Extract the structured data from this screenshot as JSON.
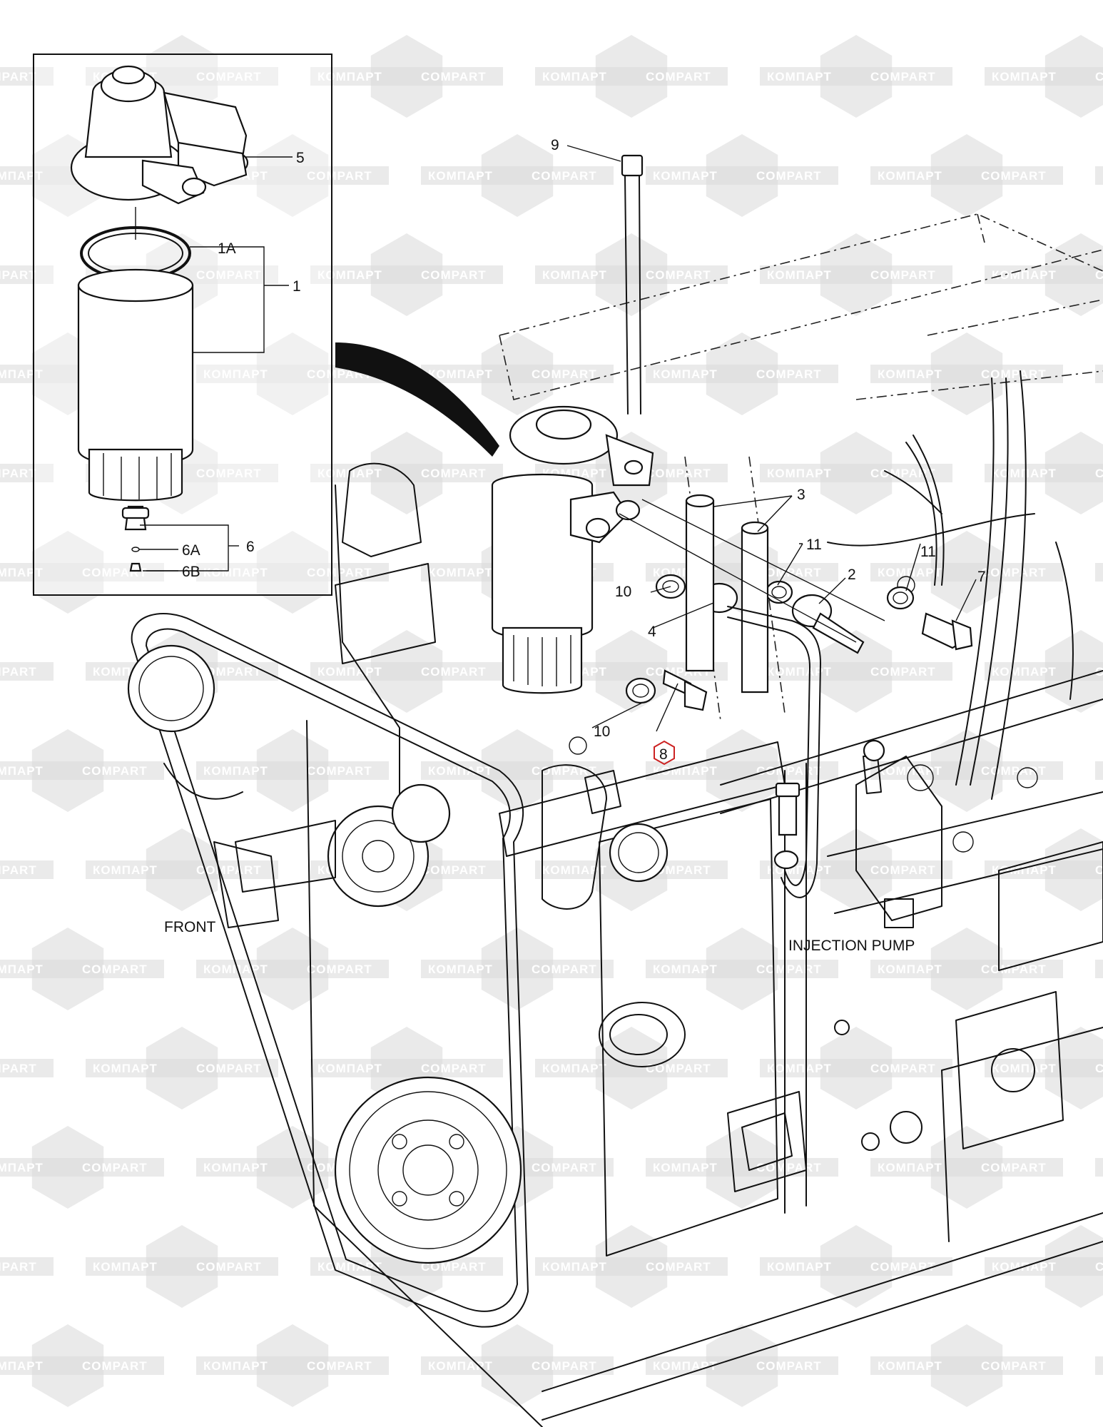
{
  "watermark": {
    "left": "КОМПАРТ",
    "right": "COMPART"
  },
  "callouts": {
    "c1": "1",
    "c1a": "1A",
    "c2": "2",
    "c3": "3",
    "c4": "4",
    "c5": "5",
    "c6": "6",
    "c6a": "6A",
    "c6b": "6B",
    "c7": "7",
    "c8": "8",
    "c9": "9",
    "c10a": "10",
    "c10b": "10",
    "c11a": "11",
    "c11b": "11"
  },
  "labels": {
    "front": "FRONT",
    "injection_pump": "INJECTION PUMP"
  },
  "colors": {
    "line": "#111111",
    "highlight": "#cc2222",
    "watermark": "#d9d9d9"
  }
}
